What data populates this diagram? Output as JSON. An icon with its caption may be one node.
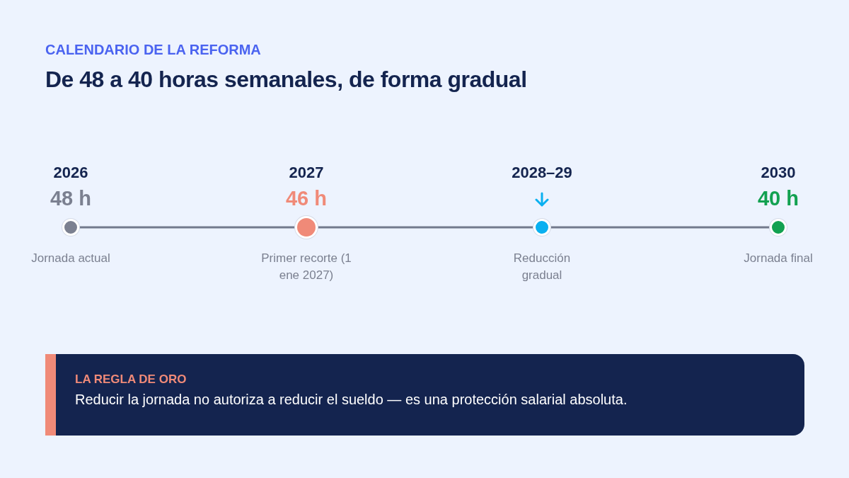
{
  "diagram": {
    "title": "De 48 a 40 horas semanales, de forma gradual",
    "nodes": [
      {
        "text": [
          "2026",
          "48 h"
        ],
        "beside": [
          "Jornada actual"
        ]
      },
      {
        "text": [
          "2027",
          "46 h"
        ],
        "beside": [
          "Primer recorte (1 ene 2027)"
        ]
      },
      {
        "text": [
          "2028–29"
        ],
        "beside": [
          "Reducción gradual"
        ]
      },
      {
        "text": [
          "2030",
          "40 h"
        ],
        "beside": [
          "Jornada final"
        ]
      },
      {
        "text": [
          "LA REGLA DE ORO",
          "Reducir la jornada no autoriza a reducir el sueldo — es una protección salarial absoluta."
        ]
      }
    ],
    "edges": [
      {
        "from": 0,
        "to": 1,
        "arrow": "none"
      },
      {
        "from": 1,
        "to": 2,
        "arrow": "none"
      },
      {
        "from": 2,
        "to": 3,
        "arrow": "none"
      }
    ],
    "labels": [
      "CALENDARIO DE LA REFORMA"
    ]
  }
}
